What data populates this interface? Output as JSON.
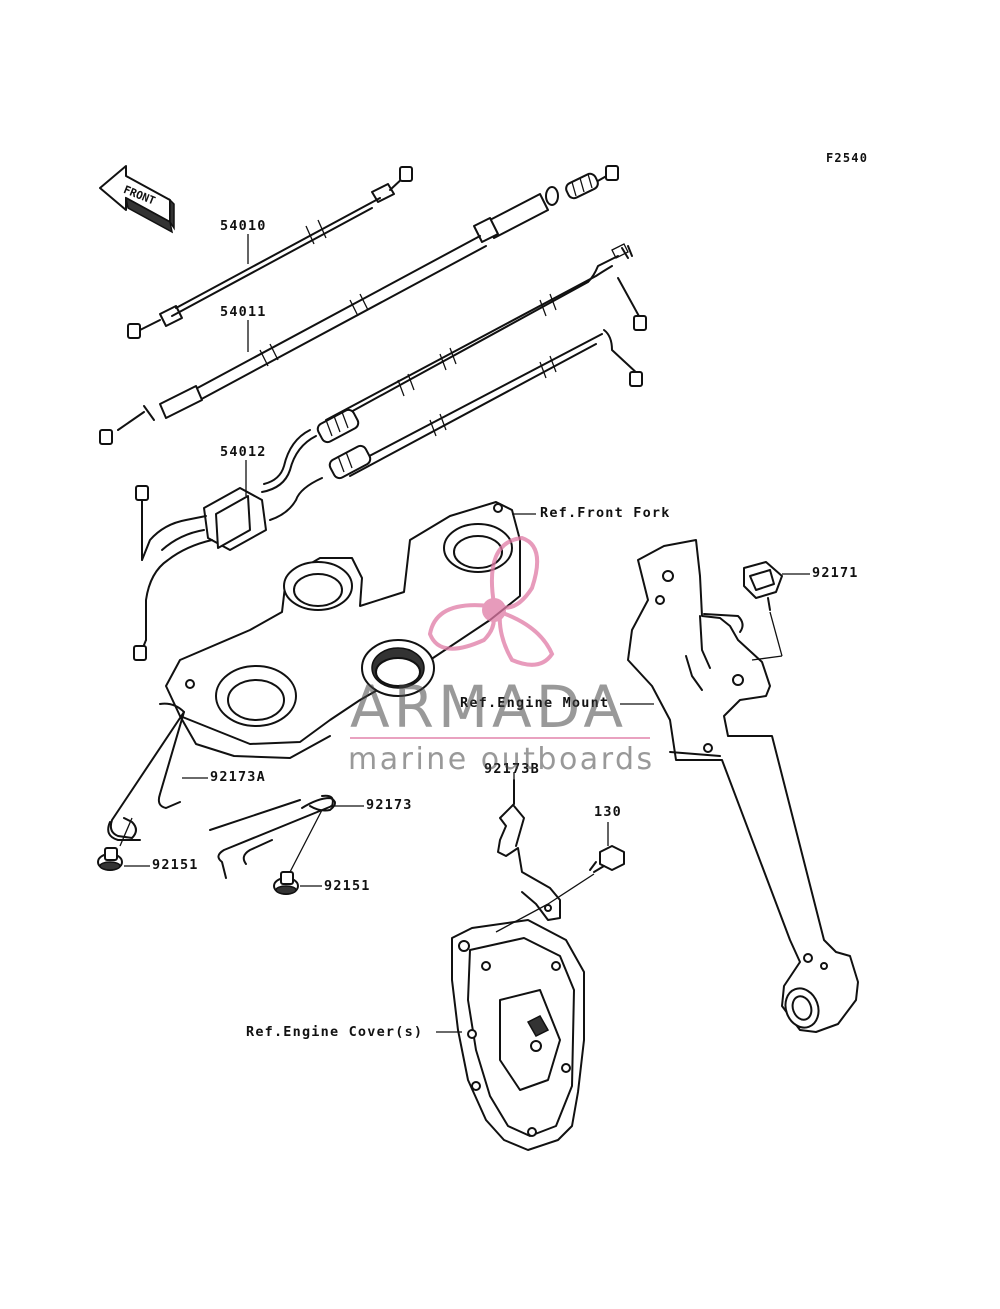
{
  "figure_code": "F2540",
  "front_arrow": {
    "label": "FRONT"
  },
  "watermark": {
    "brand": "ARMADA",
    "tagline": "marine outboards",
    "color": "#e07aa5"
  },
  "parts": [
    {
      "id": "54010",
      "label": "54010"
    },
    {
      "id": "54011",
      "label": "54011"
    },
    {
      "id": "54012",
      "label": "54012"
    },
    {
      "id": "92171",
      "label": "92171"
    },
    {
      "id": "92173A",
      "label": "92173A"
    },
    {
      "id": "92173",
      "label": "92173"
    },
    {
      "id": "92173B",
      "label": "92173B"
    },
    {
      "id": "92151a",
      "label": "92151"
    },
    {
      "id": "92151b",
      "label": "92151"
    },
    {
      "id": "130",
      "label": "130"
    }
  ],
  "references": {
    "front_fork": "Ref.Front Fork",
    "engine_mount": "Ref.Engine Mount",
    "engine_cover": "Ref.Engine Cover(s)"
  }
}
